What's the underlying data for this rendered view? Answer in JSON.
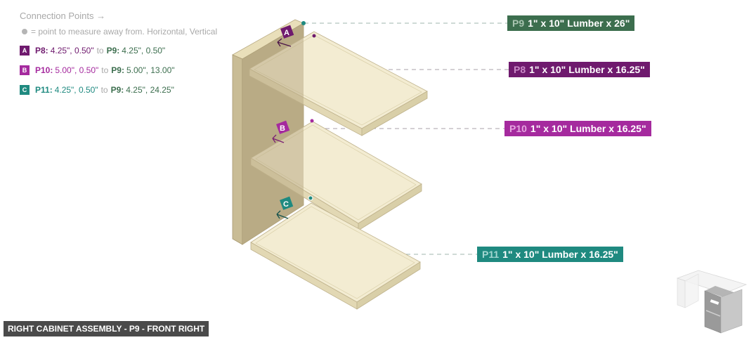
{
  "legend": {
    "title": "Connection Points →",
    "note": "= point to measure away from. Horizontal, Vertical",
    "connections": [
      {
        "badge": "A",
        "color": "#6f1a6e",
        "from_part": "P8:",
        "from_value": "4.25\", 0.50\"",
        "to_word": "to",
        "to_part": "P9:",
        "to_value": "4.25\", 0.50\""
      },
      {
        "badge": "B",
        "color": "#a52a9e",
        "from_part": "P10:",
        "from_value": "5.00\", 0.50\"",
        "to_word": "to",
        "to_part": "P9:",
        "to_value": "5.00\", 13.00\""
      },
      {
        "badge": "C",
        "color": "#1f8a80",
        "from_part": "P11:",
        "from_value": "4.25\", 0.50\"",
        "to_word": "to",
        "to_part": "P9:",
        "to_value": "4.25\", 24.25\""
      }
    ]
  },
  "parts": [
    {
      "id": "P9",
      "desc": "1\" x 10\" Lumber  x 26\"",
      "color": "#3c6e4e",
      "id_color": "#a8c4b0"
    },
    {
      "id": "P8",
      "desc": "1\" x 10\" Lumber  x 16.25\"",
      "color": "#6f1a6e",
      "id_color": "#c98ac7"
    },
    {
      "id": "P10",
      "desc": "1\" x 10\" Lumber  x 16.25\"",
      "color": "#a52a9e",
      "id_color": "#e5a6e0"
    },
    {
      "id": "P11",
      "desc": "1\" x 10\" Lumber  x 16.25\"",
      "color": "#1f8a80",
      "id_color": "#a4d6d1"
    }
  ],
  "markers": {
    "A": "A",
    "B": "B",
    "C": "C"
  },
  "footer": {
    "title": "RIGHT CABINET ASSEMBLY - P9 - FRONT RIGHT"
  },
  "colors": {
    "wood_top": "#f3ecd2",
    "wood_side": "#e2d8b4",
    "panel_face": "#b9ab85",
    "panel_edge": "#e6dcb6",
    "leader": "#a9a9a9"
  }
}
